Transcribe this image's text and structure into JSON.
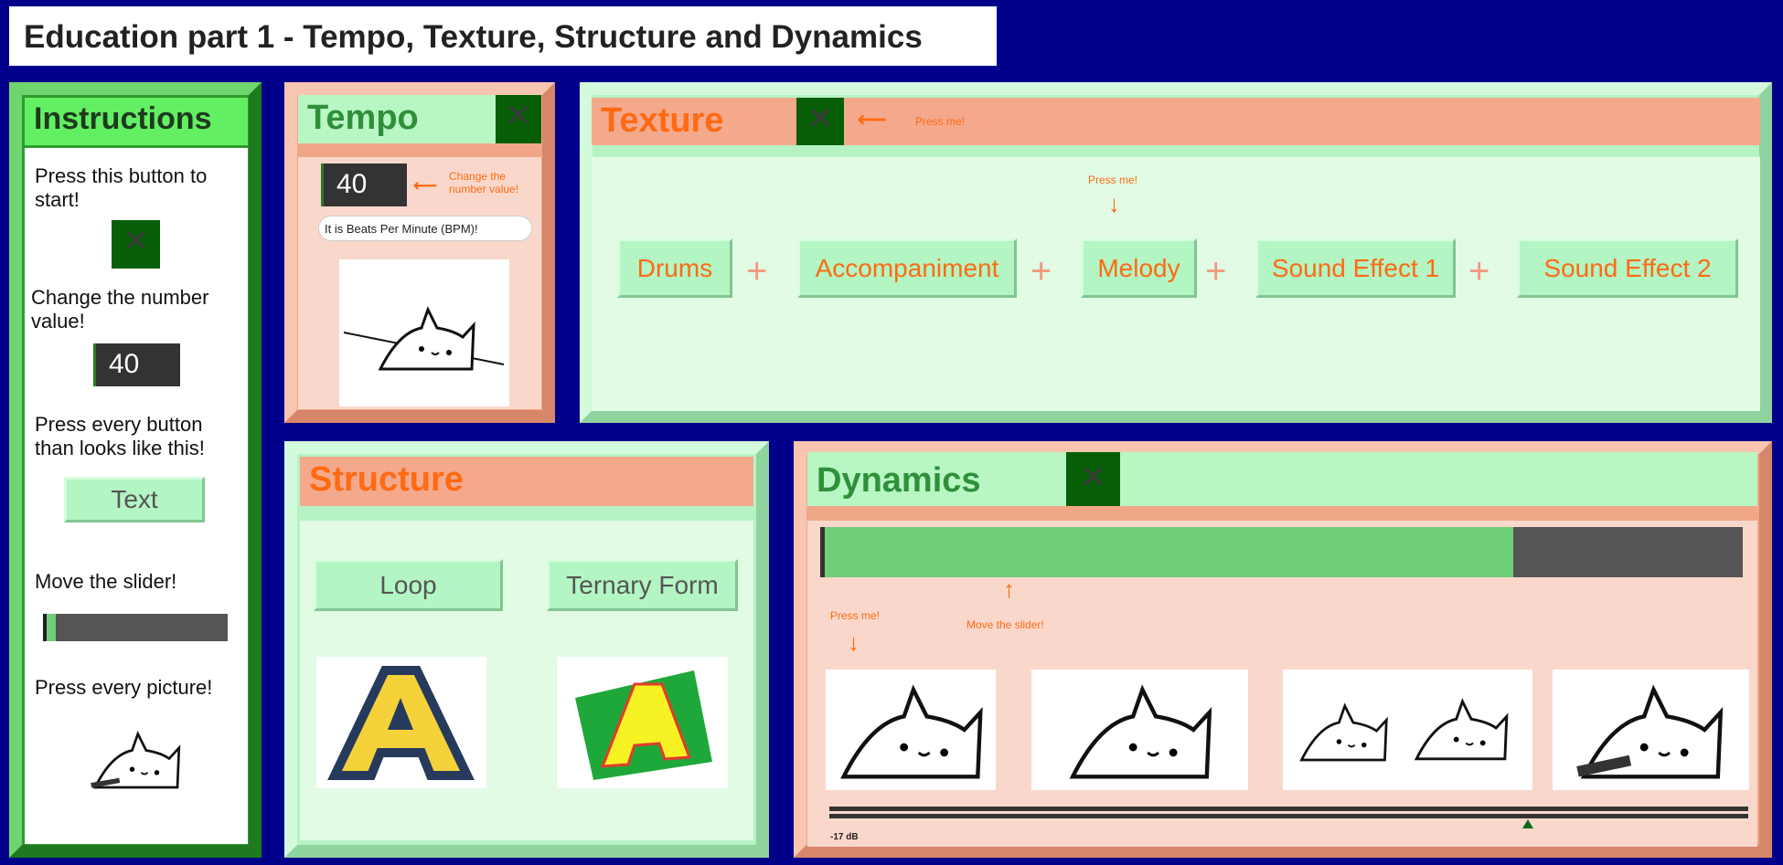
{
  "title": "Education part 1 - Tempo, Texture, Structure and Dynamics",
  "instructions": {
    "heading": "Instructions",
    "step1": "Press this button to start!",
    "step2": "Change the number value!",
    "number": "40",
    "step3": "Press every button than looks like this!",
    "sample_button": "Text",
    "step4": "Move the slider!",
    "slider_value": 0.05,
    "step5": "Press every picture!"
  },
  "tempo": {
    "heading": "Tempo",
    "bpm": "40",
    "hint": "Change the number value!",
    "bubble": "It is Beats Per Minute (BPM)!"
  },
  "texture": {
    "heading": "Texture",
    "press_hint": "Press me!",
    "melody_hint": "Press me!",
    "buttons": [
      "Drums",
      "Accompaniment",
      "Melody",
      "Sound Effect 1",
      "Sound Effect 2"
    ],
    "plus": "+"
  },
  "structure": {
    "heading": "Structure",
    "buttons": [
      "Loop",
      "Ternary Form"
    ]
  },
  "dynamics": {
    "heading": "Dynamics",
    "slider_value": 0.75,
    "press_hint": "Press me!",
    "slider_hint": "Move the slider!",
    "meter_label": "-17 dB",
    "meter_marker": 0.76
  },
  "colors": {
    "background": "#00008b",
    "accent_orange": "#ff6a13",
    "title_green": "#2f8f3a",
    "button_green": "#b3f5c3",
    "close_button": "#075e07"
  },
  "close_icon": "x-icon"
}
